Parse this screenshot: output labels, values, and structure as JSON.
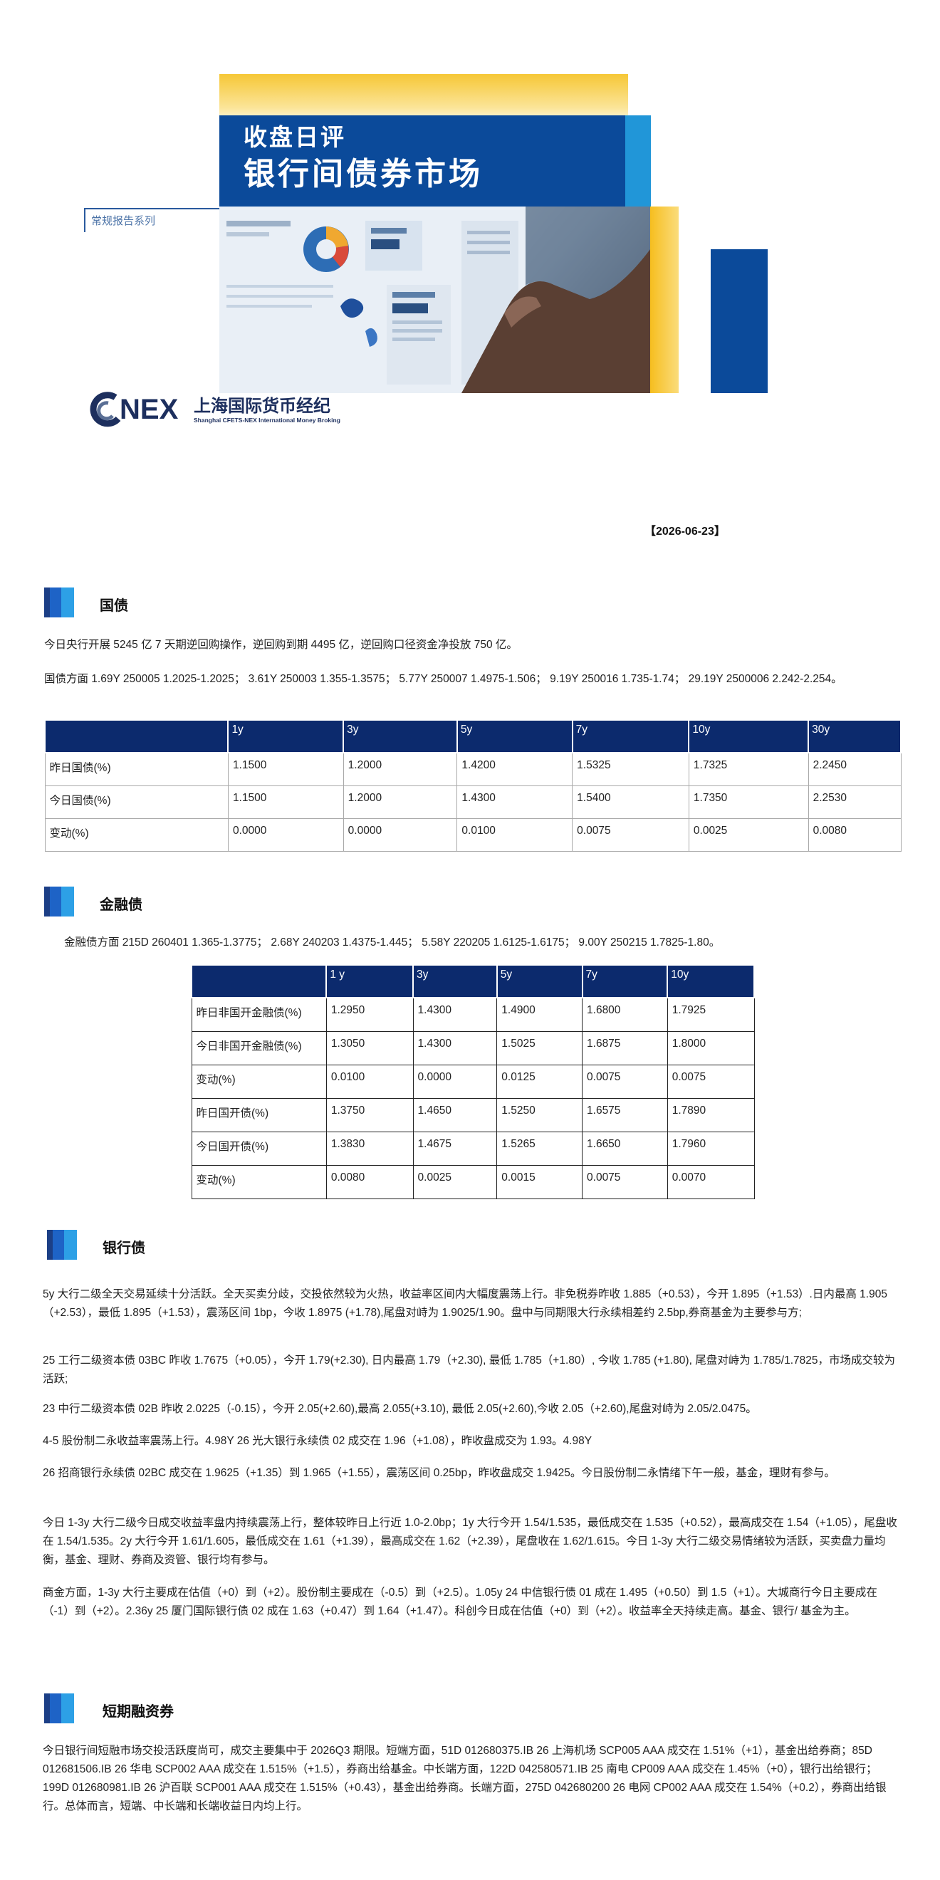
{
  "cover": {
    "title_line1": "收盘日评",
    "title_line2": "银行间债券市场",
    "series_label": "常规报告系列",
    "logo_text": "NEX",
    "logo_cn": "上海国际货币经纪",
    "logo_en": "Shanghai CFETS-NEX International Money Broking",
    "colors": {
      "blue": "#0b4a9a",
      "cyan": "#2196d8",
      "yellow": "#f6c736",
      "navy_table": "#0c2a6d"
    }
  },
  "date": "【2026-06-23】",
  "sections": {
    "govt": {
      "title": "国债",
      "para1": "今日央行开展 5245 亿 7 天期逆回购操作，逆回购到期 4495 亿，逆回购口径资金净投放 750 亿。",
      "para2": "国债方面 1.69Y 250005 1.2025-1.2025； 3.61Y 250003 1.355-1.3575； 5.77Y 250007 1.4975-1.506； 9.19Y 250016 1.735-1.74； 29.19Y 2500006 2.242-2.254。",
      "table": {
        "headers": [
          "",
          "1y",
          "3y",
          "5y",
          "7y",
          "10y",
          "30y"
        ],
        "rows": [
          [
            "昨日国债(%)",
            "1.1500",
            "1.2000",
            "1.4200",
            "1.5325",
            "1.7325",
            "2.2450"
          ],
          [
            "今日国债(%)",
            "1.1500",
            "1.2000",
            "1.4300",
            "1.5400",
            "1.7350",
            "2.2530"
          ],
          [
            "变动(%)",
            "0.0000",
            "0.0000",
            "0.0100",
            "0.0075",
            "0.0025",
            "0.0080"
          ]
        ]
      }
    },
    "fin": {
      "title": "金融债",
      "para1": "金融债方面  215D 260401 1.365-1.3775；  2.68Y 240203 1.4375-1.445；  5.58Y 220205 1.6125-1.6175；  9.00Y 250215 1.7825-1.80。",
      "table": {
        "headers": [
          "",
          "1 y",
          "3y",
          "5y",
          "7y",
          "10y"
        ],
        "rows": [
          [
            "昨日非国开金融债(%)",
            "1.2950",
            "1.4300",
            "1.4900",
            "1.6800",
            "1.7925"
          ],
          [
            "今日非国开金融债(%)",
            "1.3050",
            "1.4300",
            "1.5025",
            "1.6875",
            "1.8000"
          ],
          [
            "变动(%)",
            "0.0100",
            "0.0000",
            "0.0125",
            "0.0075",
            "0.0075"
          ],
          [
            "昨日国开债(%)",
            "1.3750",
            "1.4650",
            "1.5250",
            "1.6575",
            "1.7890"
          ],
          [
            "今日国开债(%)",
            "1.3830",
            "1.4675",
            "1.5265",
            "1.6650",
            "1.7960"
          ],
          [
            "变动(%)",
            "0.0080",
            "0.0025",
            "0.0015",
            "0.0075",
            "0.0070"
          ]
        ]
      }
    },
    "bank": {
      "title": "银行债",
      "paras": [
        "5y 大行二级全天交易延续十分活跃。全天买卖分歧，交投依然较为火热，收益率区间内大幅度震荡上行。非免税券昨收 1.885（+0.53），今开 1.895（+1.53）.日内最高 1.905（+2.53），最低 1.895（+1.53），震荡区间 1bp，今收 1.8975 (+1.78),尾盘对峙为 1.9025/1.90。盘中与同期限大行永续相差约 2.5bp,券商基金为主要参与方;",
        "25 工行二级资本债 03BC 昨收 1.7675（+0.05），今开 1.79(+2.30), 日内最高 1.79（+2.30), 最低 1.785（+1.80）, 今收 1.785 (+1.80), 尾盘对峙为 1.785/1.7825，市场成交较为活跃;",
        "23 中行二级资本债 02B 昨收 2.0225（-0.15），今开 2.05(+2.60),最高 2.055(+3.10), 最低 2.05(+2.60),今收 2.05（+2.60),尾盘对峙为 2.05/2.0475。",
        "4-5 股份制二永收益率震荡上行。4.98Y 26 光大银行永续债 02 成交在 1.96（+1.08），昨收盘成交为 1.93。4.98Y",
        "26 招商银行永续债 02BC 成交在 1.9625（+1.35）到 1.965（+1.55），震荡区间 0.25bp，昨收盘成交 1.9425。今日股份制二永情绪下午一般，基金，理财有参与。",
        "今日 1-3y 大行二级今日成交收益率盘内持续震荡上行，整体较昨日上行近 1.0-2.0bp；1y 大行今开 1.54/1.535，最低成交在 1.535（+0.52），最高成交在 1.54（+1.05），尾盘收在 1.54/1.535。2y 大行今开 1.61/1.605，最低成交在 1.61（+1.39），最高成交在 1.62（+2.39），尾盘收在 1.62/1.615。今日 1-3y 大行二级交易情绪较为活跃，买卖盘力量均衡，基金、理财、券商及资管、银行均有参与。",
        "商金方面，1-3y 大行主要成在估值（+0）到（+2）。股份制主要成在（-0.5）到（+2.5）。1.05y 24 中信银行债 01 成在 1.495（+0.50）到 1.5（+1）。大城商行今日主要成在（-1）到（+2）。2.36y 25 厦门国际银行债 02 成在 1.63（+0.47）到 1.64（+1.47）。科创今日成在估值（+0）到（+2）。收益率全天持续走高。基金、银行/ 基金为主。"
      ]
    },
    "short": {
      "title": "短期融资券",
      "para1": "今日银行间短融市场交投活跃度尚可，成交主要集中于 2026Q3 期限。短端方面，51D 012680375.IB 26 上海机场 SCP005 AAA 成交在 1.51%（+1），基金出给券商；85D 012681506.IB 26 华电 SCP002 AAA 成交在 1.515%（+1.5），券商出给基金。中长端方面，122D 042580571.IB 25 南电 CP009 AAA 成交在 1.45%（+0），银行出给银行；199D 012680981.IB 26 沪百联 SCP001 AAA 成交在 1.515%（+0.43），基金出给券商。长端方面，275D 042680200 26 电网 CP002 AAA 成交在 1.54%（+0.2），券商出给银行。总体而言，短端、中长端和长端收益日内均上行。"
    }
  }
}
